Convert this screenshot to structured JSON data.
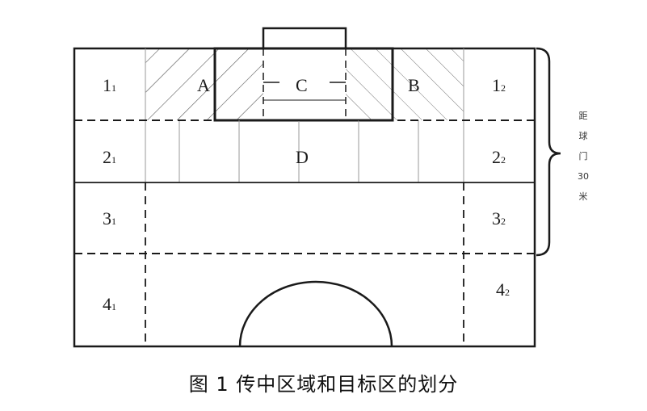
{
  "zones": {
    "one_left": {
      "main": "1",
      "sub": "1"
    },
    "one_right": {
      "main": "1",
      "sub": "2"
    },
    "two_left": {
      "main": "2",
      "sub": "1"
    },
    "two_right": {
      "main": "2",
      "sub": "2"
    },
    "three_left": {
      "main": "3",
      "sub": "1"
    },
    "three_right": {
      "main": "3",
      "sub": "2"
    },
    "four_left": {
      "main": "4",
      "sub": "1"
    },
    "four_right": {
      "main": "4",
      "sub": "2"
    },
    "a": "A",
    "b": "B",
    "c": "C",
    "d": "D"
  },
  "side_note": {
    "chars": [
      "距",
      "球",
      "门",
      "30",
      "米"
    ]
  },
  "caption": "图 1  传中区域和目标区的划分",
  "colors": {
    "line": "#1a1a1a",
    "thin_line": "#9a9a9a",
    "hatch": "#555555"
  }
}
